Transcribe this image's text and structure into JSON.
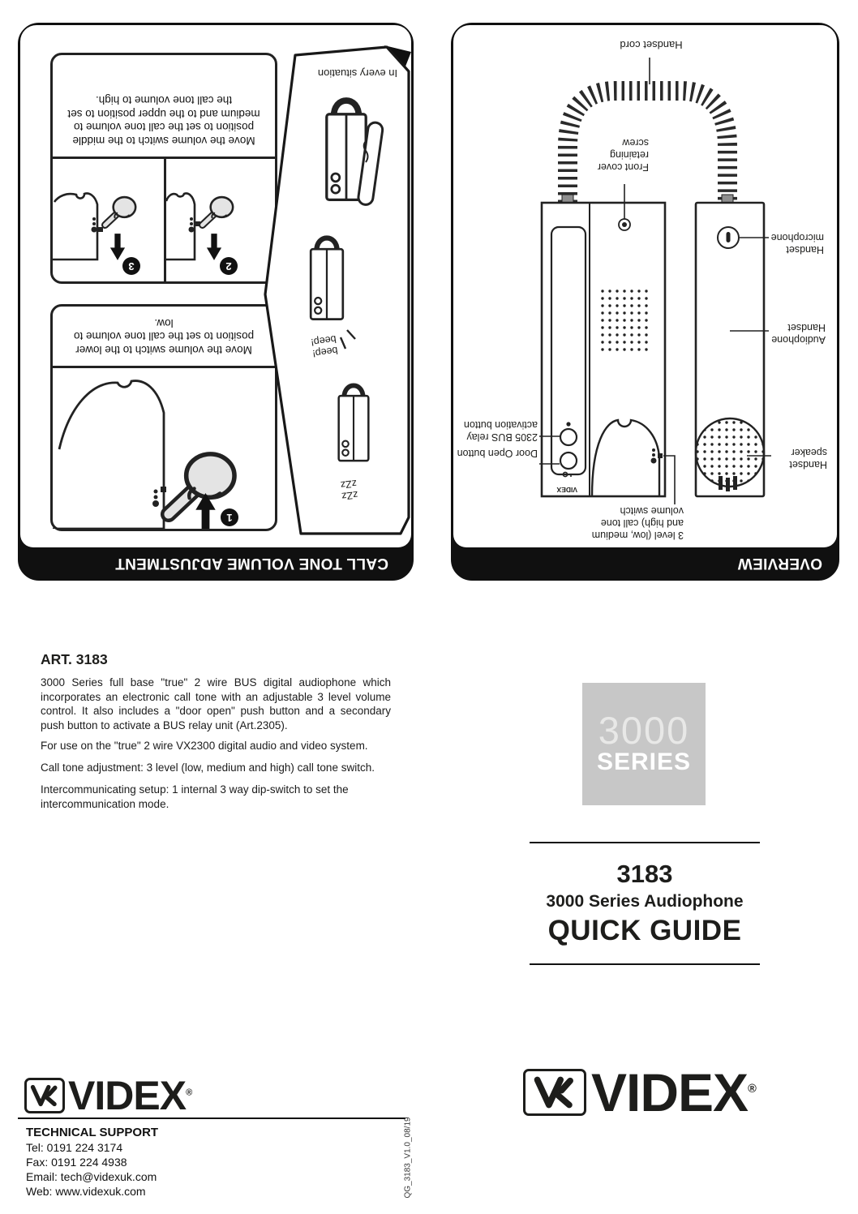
{
  "colors": {
    "ink": "#1d1d1b",
    "bar_black": "#101010",
    "badge_bg": "#c7c7c7",
    "badge_3000": "#e8e8e7",
    "hand_fill": "#e4e4e4"
  },
  "left_panel": {
    "title": "CALL TONE VOLUME ADJUSTMENT",
    "instruction_steps_2_3": "Move the volume switch to the middle position to set the call tone volume to medium and to the upper position to set the call tone volume to high.",
    "instruction_step_1": "Move the volume switch to the lower position to set the call tone volume to low.",
    "steps": {
      "one": "1",
      "two": "2",
      "three": "3"
    },
    "callout": {
      "caption": "In every situation",
      "beep_text": "beep!\nbeep!",
      "sleep_text": "zZz\n zZz"
    }
  },
  "right_panel": {
    "title": "OVERVIEW",
    "unit_brand": "VIDEX",
    "labels": {
      "handset_cord": "Handset cord",
      "front_cover_screw": "Front cover retaining screw",
      "handset_microphone": "Handset microphone",
      "audiophone_handset": "Audiophone Handset",
      "handset_speaker": "Handset speaker",
      "relay_button": "2305 BUS relay activation button",
      "door_open_button": "Door Open button",
      "volume_switch": "3 level (low, medium and high) call tone volume switch"
    }
  },
  "article": {
    "heading": "ART. 3183",
    "p1": "3000 Series full base \"true\" 2 wire BUS digital audiophone which incorporates an electronic call tone with an adjustable 3 level volume control. It also includes a \"door open\" push button and a secondary push button to activate a BUS relay unit (Art.2305).",
    "p2": "For use on the \"true\" 2 wire VX2300 digital audio and video system.",
    "p3": "Call tone adjustment: 3 level (low, medium and high) call tone switch.",
    "p4": "Intercommunicating setup: 1 internal 3 way dip-switch to set the intercommunication mode."
  },
  "series_badge": {
    "top": "3000",
    "bottom": "SERIES"
  },
  "title_block": {
    "model": "3183",
    "product": "3000 Series Audiophone",
    "doc": "QUICK GUIDE"
  },
  "brand": {
    "wordmark": "VIDEX",
    "registered": "®"
  },
  "support": {
    "heading": "TECHNICAL SUPPORT",
    "lines": [
      "Tel: 0191 224 3174",
      "Fax: 0191 224 4938",
      "Email: tech@videxuk.com",
      "Web: www.videxuk.com"
    ]
  },
  "doc_code": "QG_3183_V1.0_08/19"
}
